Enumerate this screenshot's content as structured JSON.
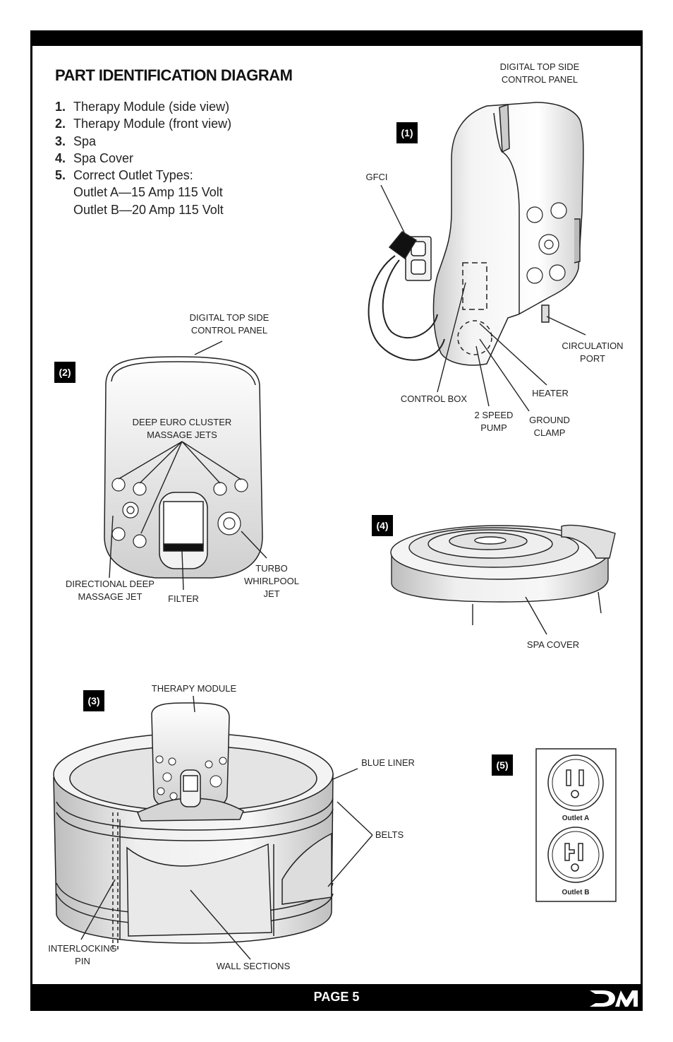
{
  "title": "PART IDENTIFICATION DIAGRAM",
  "legend": [
    {
      "num": "1.",
      "text": "Therapy Module (side view)"
    },
    {
      "num": "2.",
      "text": "Therapy Module (front view)"
    },
    {
      "num": "3.",
      "text": "Spa"
    },
    {
      "num": "4.",
      "text": "Spa Cover"
    },
    {
      "num": "5.",
      "text": "Correct Outlet Types:"
    }
  ],
  "legend_sub": [
    "Outlet A—15 Amp 115 Volt",
    "Outlet B—20 Amp 115 Volt"
  ],
  "tags": {
    "t1": "(1)",
    "t2": "(2)",
    "t3": "(3)",
    "t4": "(4)",
    "t5": "(5)"
  },
  "fig1": {
    "panel_1": "DIGITAL TOP SIDE",
    "panel_2": "CONTROL PANEL",
    "gfci": "GFCI",
    "circ_1": "CIRCULATION",
    "circ_2": "PORT",
    "heater": "HEATER",
    "control_box": "CONTROL BOX",
    "pump_1": "2 SPEED",
    "pump_2": "PUMP",
    "ground_1": "GROUND",
    "ground_2": "CLAMP"
  },
  "fig2": {
    "panel_1": "DIGITAL TOP SIDE",
    "panel_2": "CONTROL PANEL",
    "euro_1": "DEEP EURO CLUSTER",
    "euro_2": "MASSAGE JETS",
    "dir_1": "DIRECTIONAL DEEP",
    "dir_2": "MASSAGE JET",
    "filter": "FILTER",
    "turbo_1": "TURBO",
    "turbo_2": "WHIRLPOOL",
    "turbo_3": "JET"
  },
  "fig3": {
    "module": "THERAPY MODULE",
    "liner": "BLUE LINER",
    "belts": "BELTS",
    "pin_1": "INTERLOCKING",
    "pin_2": "PIN",
    "walls": "WALL SECTIONS"
  },
  "fig4": {
    "cover": "SPA COVER"
  },
  "fig5": {
    "outlet_a": "Outlet A",
    "outlet_b": "Outlet B"
  },
  "footer": {
    "page": "PAGE 5"
  }
}
